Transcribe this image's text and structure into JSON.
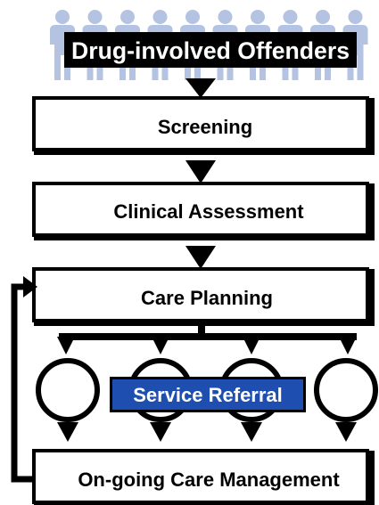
{
  "diagram": {
    "title": "Drug-involved Offenders",
    "steps": {
      "screening": "Screening",
      "assessment": "Clinical Assessment",
      "planning": "Care Planning",
      "referral": "Service Referral",
      "management": "On-going Care Management"
    },
    "colors": {
      "people": "#b3c3e1",
      "box_fill": "#ffffff",
      "box_stroke": "#000000",
      "title_bg": "#000000",
      "referral_bg": "#1e4fb0",
      "referral_text": "#ffffff"
    },
    "people_count": 10
  }
}
